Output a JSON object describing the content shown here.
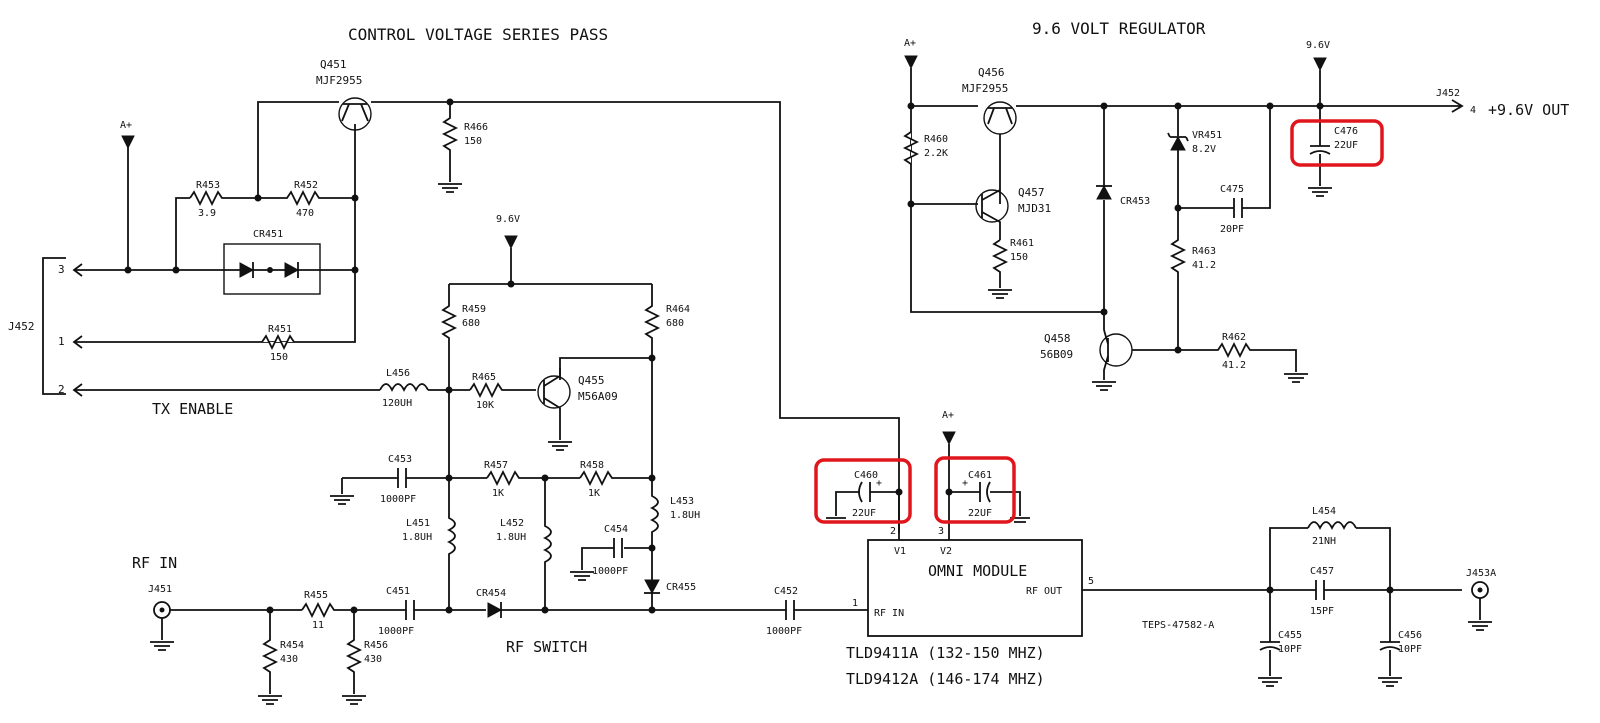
{
  "titles": {
    "control": "CONTROL VOLTAGE SERIES PASS",
    "regulator": "9.6 VOLT REGULATOR"
  },
  "labels": {
    "tx_enable": "TX ENABLE",
    "rf_in": "RF IN",
    "rf_switch": "RF SWITCH",
    "out_96": "+9.6V OUT",
    "module": "OMNI MODULE",
    "module_rf_in": "RF IN",
    "module_rf_out": "RF OUT",
    "module_v1": "V1",
    "module_v2": "V2",
    "tld1": "TLD9411A (132-150 MHZ)",
    "tld2": "TLD9412A (146-174 MHZ)",
    "teps": "TEPS-47582-A"
  },
  "supplies": {
    "a_plus": "A+",
    "v96": "9.6V"
  },
  "connectors": {
    "j452": "J452",
    "j451": "J451",
    "j453a": "J453A",
    "j452_out": "J452",
    "pin3": "3",
    "pin1": "1",
    "pin2": "2",
    "pin4": "4",
    "mod_pin1": "1",
    "mod_pin2": "2",
    "mod_pin3": "3",
    "mod_pin5": "5"
  },
  "components": {
    "q451": {
      "ref": "Q451",
      "val": "MJF2955"
    },
    "q455": {
      "ref": "Q455",
      "val": "M56A09"
    },
    "q456": {
      "ref": "Q456",
      "val": "MJF2955"
    },
    "q457": {
      "ref": "Q457",
      "val": "MJD31"
    },
    "q458": {
      "ref": "Q458",
      "val": "56B09"
    },
    "r451": {
      "ref": "R451",
      "val": "150"
    },
    "r452": {
      "ref": "R452",
      "val": "470"
    },
    "r453": {
      "ref": "R453",
      "val": "3.9"
    },
    "r454": {
      "ref": "R454",
      "val": "430"
    },
    "r455": {
      "ref": "R455",
      "val": "11"
    },
    "r456": {
      "ref": "R456",
      "val": "430"
    },
    "r457": {
      "ref": "R457",
      "val": "1K"
    },
    "r458": {
      "ref": "R458",
      "val": "1K"
    },
    "r459": {
      "ref": "R459",
      "val": "680"
    },
    "r460": {
      "ref": "R460",
      "val": "2.2K"
    },
    "r461": {
      "ref": "R461",
      "val": "150"
    },
    "r462": {
      "ref": "R462",
      "val": "41.2"
    },
    "r463": {
      "ref": "R463",
      "val": "41.2"
    },
    "r464": {
      "ref": "R464",
      "val": "680"
    },
    "r465": {
      "ref": "R465",
      "val": "10K"
    },
    "r466": {
      "ref": "R466",
      "val": "150"
    },
    "c451": {
      "ref": "C451",
      "val": "1000PF"
    },
    "c452": {
      "ref": "C452",
      "val": "1000PF"
    },
    "c453": {
      "ref": "C453",
      "val": "1000PF"
    },
    "c454": {
      "ref": "C454",
      "val": "1000PF"
    },
    "c455": {
      "ref": "C455",
      "val": "10PF"
    },
    "c456": {
      "ref": "C456",
      "val": "10PF"
    },
    "c457": {
      "ref": "C457",
      "val": "15PF"
    },
    "c460": {
      "ref": "C460",
      "val": "22UF"
    },
    "c461": {
      "ref": "C461",
      "val": "22UF"
    },
    "c475": {
      "ref": "C475",
      "val": "20PF"
    },
    "c476": {
      "ref": "C476",
      "val": "22UF"
    },
    "l451": {
      "ref": "L451",
      "val": "1.8UH"
    },
    "l452": {
      "ref": "L452",
      "val": "1.8UH"
    },
    "l453": {
      "ref": "L453",
      "val": "1.8UH"
    },
    "l454": {
      "ref": "L454",
      "val": "21NH"
    },
    "l456": {
      "ref": "L456",
      "val": "120UH"
    },
    "cr451": {
      "ref": "CR451"
    },
    "cr453": {
      "ref": "CR453"
    },
    "cr454": {
      "ref": "CR454"
    },
    "cr455": {
      "ref": "CR455"
    },
    "vr451": {
      "ref": "VR451",
      "val": "8.2V"
    }
  },
  "colors": {
    "ink": "#111111",
    "highlight": "#e0161c",
    "background": "#ffffff"
  }
}
